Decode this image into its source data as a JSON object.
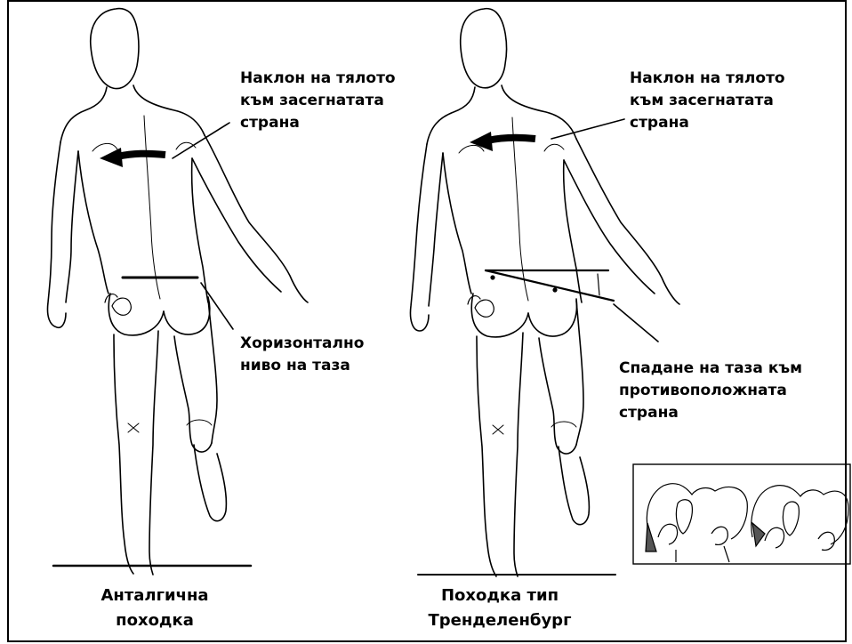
{
  "left_figure": {
    "label_trunk": "Наклон на тялото\nкъм засегнатата\nстрана",
    "label_pelvis": "Хоризонтално\nниво на таза",
    "caption": "Анталгична\nпоходка"
  },
  "right_figure": {
    "label_trunk": "Наклон на тялото\nкъм засегнатата\nстрана",
    "label_pelvis": "Спадане на таза към\nпротивоположната\nстрана",
    "caption": "Походка тип\nТренделенбург"
  },
  "colors": {
    "line": "#000000",
    "background": "#ffffff"
  }
}
